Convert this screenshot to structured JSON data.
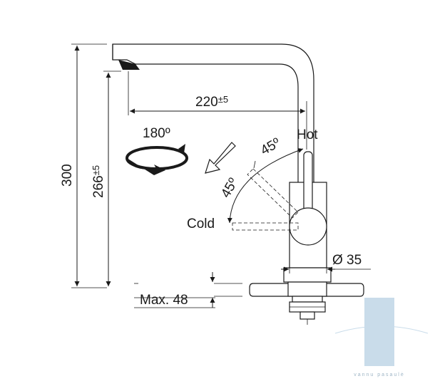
{
  "dimensions": {
    "height_total": "300",
    "height_spout": "266",
    "height_spout_tol": "±5",
    "reach": "220",
    "reach_tol": "±5",
    "max_thickness": "Max. 48",
    "diameter": "Ø 35"
  },
  "labels": {
    "rotation": "180º",
    "angle_hot": "45º",
    "angle_cold": "45º",
    "hot": "Hot",
    "cold": "Cold"
  },
  "watermark": {
    "text": "vannu pasaulė",
    "color": "#c9dcea"
  },
  "colors": {
    "line": "#1a1a1a",
    "background": "#ffffff"
  }
}
